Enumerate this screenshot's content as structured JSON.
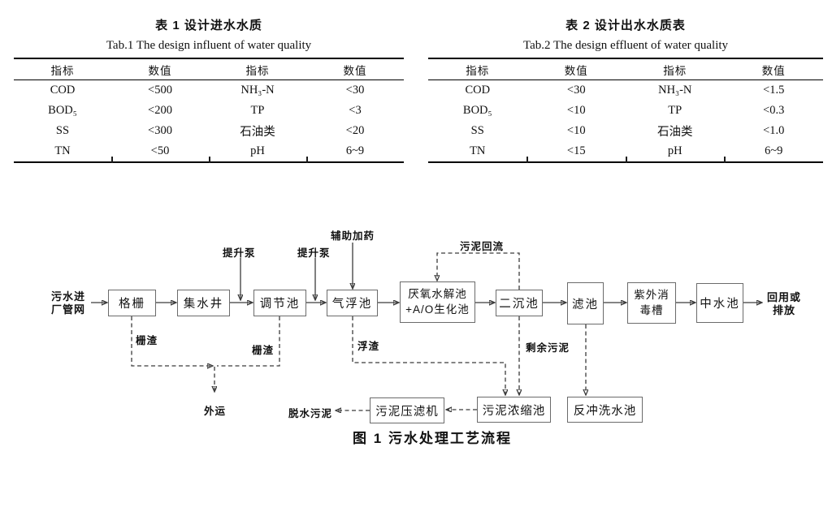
{
  "doc": {
    "tables": [
      {
        "title_cn": "表 1  设计进水水质",
        "title_en": "Tab.1  The design influent of water quality",
        "headers": [
          "指标",
          "数值",
          "指标",
          "数值"
        ],
        "rows": [
          [
            "COD",
            "<500",
            "NH₃-N",
            "<30"
          ],
          [
            "BOD₅",
            "<200",
            "TP",
            "<3"
          ],
          [
            "SS",
            "<300",
            "石油类",
            "<20"
          ],
          [
            "TN",
            "<50",
            "pH",
            "6~9"
          ]
        ]
      },
      {
        "title_cn": "表 2  设计出水水质表",
        "title_en": "Tab.2  The design effluent of water quality",
        "headers": [
          "指标",
          "数值",
          "指标",
          "数值"
        ],
        "rows": [
          [
            "COD",
            "<30",
            "NH₃-N",
            "<1.5"
          ],
          [
            "BOD₅",
            "<10",
            "TP",
            "<0.3"
          ],
          [
            "SS",
            "<10",
            "石油类",
            "<1.0"
          ],
          [
            "TN",
            "<15",
            "pH",
            "6~9"
          ]
        ]
      }
    ],
    "figure": {
      "caption": "图 1  污水处理工艺流程",
      "nodes": {
        "grate": "格栅",
        "sump": "集水井",
        "regulating": "调节池",
        "flotation": "气浮池",
        "anaerobic_l1": "厌氧水解池",
        "anaerobic_l2": "+A/O生化池",
        "secondary": "二沉池",
        "filter": "滤池",
        "uv_l1": "紫外消",
        "uv_l2": "毒槽",
        "reuse": "中水池",
        "thickener": "污泥浓缩池",
        "backwash": "反冲洗水池",
        "press": "污泥压滤机"
      },
      "labels": {
        "inlet_l1": "污水进",
        "inlet_l2": "厂管网",
        "outlet_l1": "回用或",
        "outlet_l2": "排放",
        "pump1": "提升泵",
        "pump2": "提升泵",
        "dosing": "辅助加药",
        "sludge_return": "污泥回流",
        "slag1": "栅渣",
        "slag2": "栅渣",
        "scum": "浮渣",
        "excess": "剩余污泥",
        "outward": "外运",
        "dewatered": "脱水污泥"
      },
      "colors": {
        "line": "#3b3b3b",
        "box_border": "#6b6b6b",
        "text": "#111111"
      }
    }
  }
}
